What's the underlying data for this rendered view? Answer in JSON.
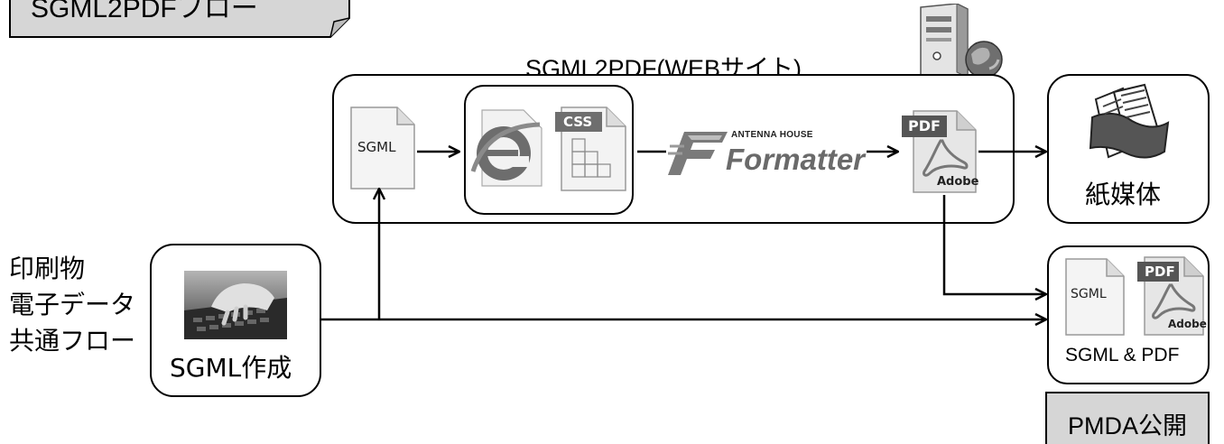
{
  "title_tag": "SGML2PDFフロー",
  "site_label": "SGML2PDF(WEBサイト)",
  "left_caption": [
    "印刷物",
    "電子データ",
    "共通フロー"
  ],
  "docs": {
    "sgml": "SGML",
    "css": "CSS",
    "pdf": "PDF",
    "adobe": "Adobe"
  },
  "formatter": {
    "brand_small": "ANTENNA HOUSE",
    "brand_big": "Formatter"
  },
  "boxes": {
    "create": "SGML作成",
    "paper": "紙媒体",
    "output": "SGML & PDF"
  },
  "publish": "PMDA公開",
  "colors": {
    "border": "#000000",
    "tag_fill": "#d6d6d6",
    "icon_gray": "#8a8a8a"
  }
}
